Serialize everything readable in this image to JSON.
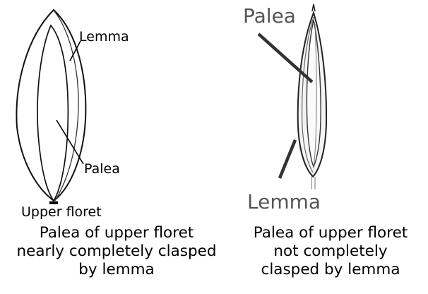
{
  "left": {
    "label_lemma": "Lemma",
    "label_palea": "Palea",
    "label_floret": "Upper floret",
    "caption": [
      "Palea of upper floret",
      "nearly completely clasped",
      "by lemma"
    ]
  },
  "right": {
    "label_palea": "Palea",
    "label_lemma": "Lemma",
    "caption": [
      "Palea of upper floret",
      "not completely",
      "clasped by lemma"
    ]
  }
}
